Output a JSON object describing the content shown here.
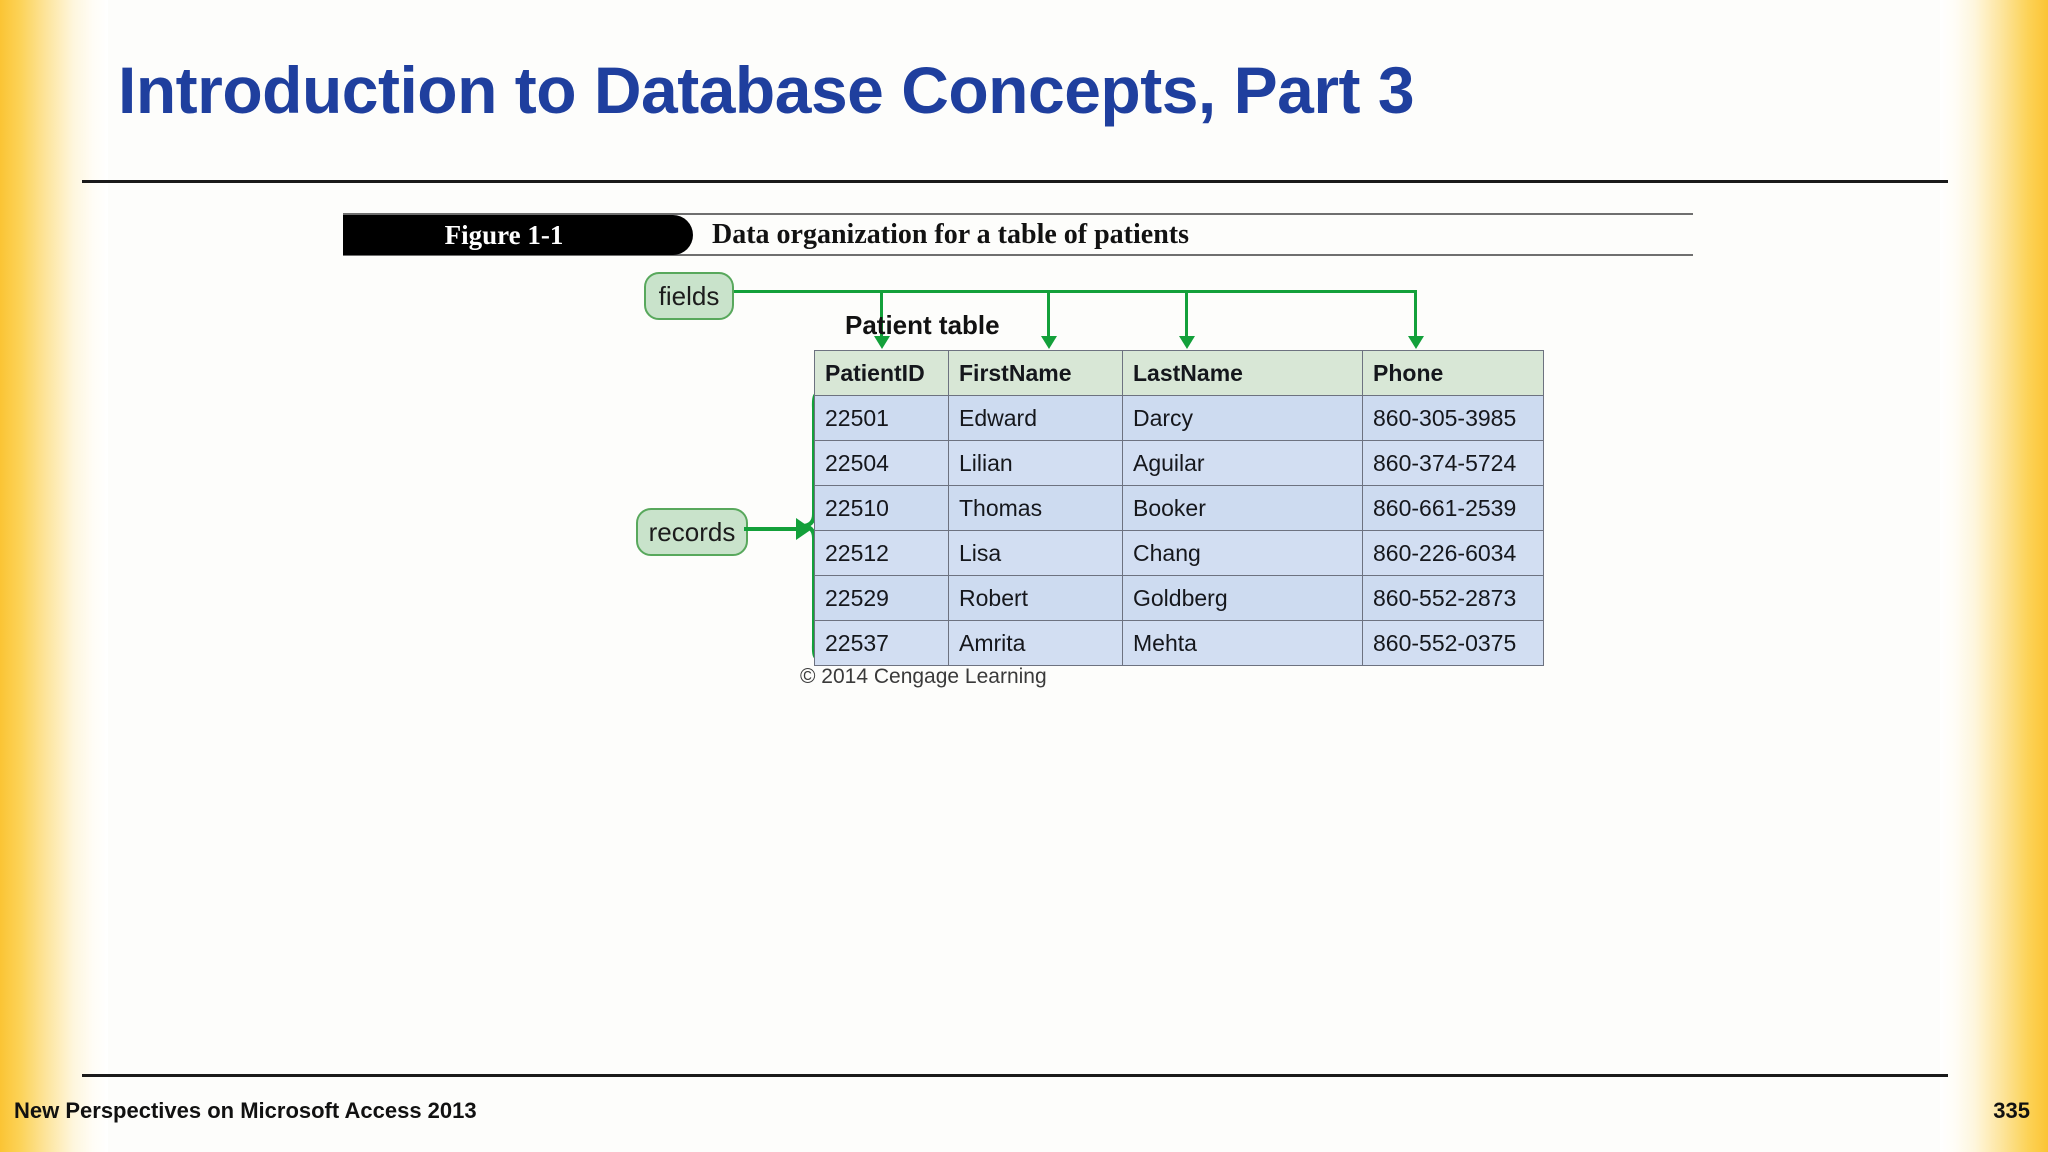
{
  "slide": {
    "title": "Introduction to Database Concepts, Part 3",
    "accent_color": "#1f3f9e",
    "edge_gradient_color": "#fbc434"
  },
  "figure": {
    "tab_label": "Figure 1-1",
    "caption": "Data organization for a table of patients",
    "table_label": "Patient table",
    "copyright": "© 2014 Cengage Learning",
    "callouts": [
      {
        "id": "fields",
        "label": "fields"
      },
      {
        "id": "records",
        "label": "records"
      }
    ],
    "callout_fill": "#c9e3cb",
    "callout_border": "#58a85c",
    "connector_color": "#13a03a",
    "header_fill": "#d8e7d6",
    "row_fill": "#cfdcf1"
  },
  "table": {
    "columns": [
      "PatientID",
      "FirstName",
      "LastName",
      "Phone"
    ],
    "rows": [
      [
        "22501",
        "Edward",
        "Darcy",
        "860-305-3985"
      ],
      [
        "22504",
        "Lilian",
        "Aguilar",
        "860-374-5724"
      ],
      [
        "22510",
        "Thomas",
        "Booker",
        "860-661-2539"
      ],
      [
        "22512",
        "Lisa",
        "Chang",
        "860-226-6034"
      ],
      [
        "22529",
        "Robert",
        "Goldberg",
        "860-552-2873"
      ],
      [
        "22537",
        "Amrita",
        "Mehta",
        "860-552-0375"
      ]
    ]
  },
  "footer": {
    "book": "New Perspectives on Microsoft Access 2013",
    "page_number": "335"
  }
}
